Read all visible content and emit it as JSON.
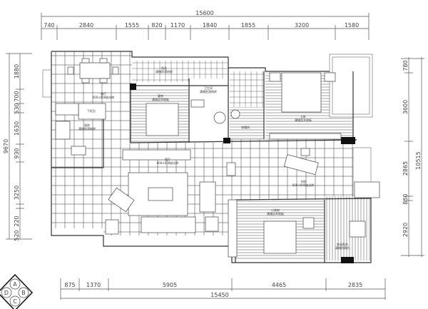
{
  "plan": {
    "top_total": "15600",
    "top_segments": [
      "740",
      "2840",
      "1555",
      "820",
      "1170",
      "1840",
      "1855",
      "3200",
      "1580"
    ],
    "bottom_total": "15450",
    "bottom_segments": [
      "875",
      "1370",
      "5905",
      "4465",
      "2835"
    ],
    "left_total": "9670",
    "left_segments": [
      "1880",
      "700",
      "530",
      "1630",
      "930",
      "3250",
      "220",
      "520"
    ],
    "right_total": "10515",
    "right_segments": [
      "780",
      "3600",
      "2865",
      "850",
      "2920"
    ],
    "rooms": {
      "dining": "餐厅",
      "dining_floor": "600×600抛光砖",
      "kitchen": "厨房",
      "kitchen_floor": "满铺防滑地砖",
      "counter": "下柜台",
      "balcony_top": "阳台",
      "balcony_top_floor": "满铺防滑地砖",
      "guest": "客房",
      "guest_floor": "满铺实木地板",
      "bath": "卫生间",
      "bath_floor": "满铺防滑地砖",
      "master": "主卧",
      "master_floor": "满铺实木地板",
      "closet": "衣帽间",
      "living": "客厅",
      "living_floor": "600×600抛光砖",
      "study": "书房",
      "study_floor": "600×600抛光砖",
      "kids": "小孩房",
      "kids_floor": "满铺实木地板",
      "leisure": "休闲阳台",
      "leisure_floor": "满铺防腐木"
    },
    "compass": [
      "A",
      "B",
      "C",
      "D"
    ]
  }
}
